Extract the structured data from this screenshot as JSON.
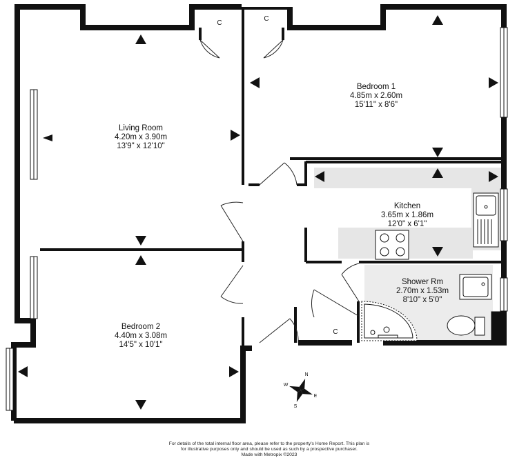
{
  "rooms": {
    "living": {
      "name": "Living Room",
      "metric": "4.20m  x 3.90m",
      "imperial": "13'9\"  x 12'10\""
    },
    "bedroom1": {
      "name": "Bedroom 1",
      "metric": "4.85m  x 2.60m",
      "imperial": "15'11\"  x 8'6\""
    },
    "kitchen": {
      "name": "Kitchen",
      "metric": "3.65m  x 1.86m",
      "imperial": "12'0\"  x 6'1\""
    },
    "shower": {
      "name": "Shower Rm",
      "metric": "2.70m  x 1.53m",
      "imperial": "8'10\"  x 5'0\""
    },
    "bedroom2": {
      "name": "Bedroom 2",
      "metric": "4.40m  x 3.08m",
      "imperial": "14'5\"  x 10'1\""
    }
  },
  "cupboard_label": "C",
  "compass": {
    "n": "N",
    "e": "E",
    "s": "S",
    "w": "W"
  },
  "footer": {
    "line1": "For details of the total internal floor area, please refer to the property's Home Report. This plan is",
    "line2": "for illustrative purposes only and should be used as such by a prospective purchaser.",
    "line3": "Made with Metropix ©2023"
  },
  "colors": {
    "wall": "#111111",
    "fitted_units": "#e6e6e6"
  }
}
